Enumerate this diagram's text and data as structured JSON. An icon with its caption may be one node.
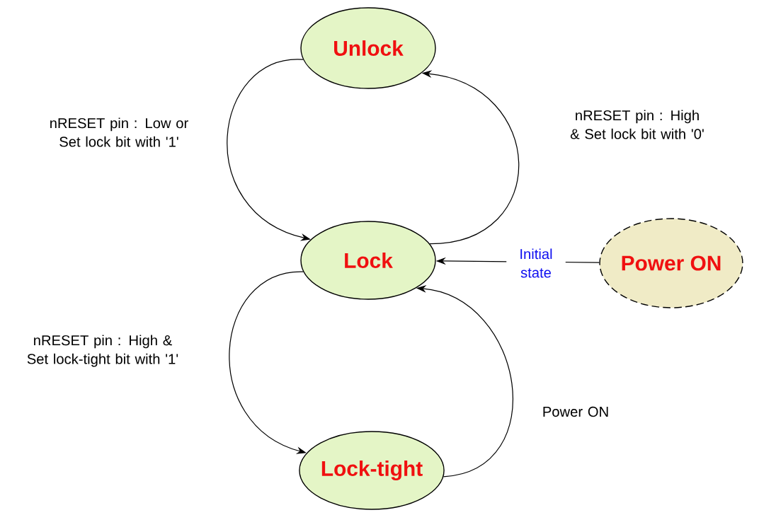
{
  "diagram": {
    "nodes": [
      {
        "text": [
          "Unlock"
        ]
      },
      {
        "text": [
          "Lock"
        ]
      },
      {
        "text": [
          "Lock-tight"
        ]
      },
      {
        "text": [
          "Power ON"
        ]
      }
    ],
    "edges": [
      {
        "from": 0,
        "to": 1,
        "arrow": "to",
        "label": "nRESET pin : Low or Set lock bit with '1'"
      },
      {
        "from": 1,
        "to": 0,
        "arrow": "to",
        "label": "nRESET pin : High & Set lock bit with '0'"
      },
      {
        "from": 3,
        "to": 1,
        "arrow": "to",
        "label": "Initial state"
      },
      {
        "from": 1,
        "to": 2,
        "arrow": "to",
        "label": "nRESET pin : High & Set lock-tight bit with '1'"
      },
      {
        "from": 2,
        "to": 1,
        "arrow": "to",
        "label": "Power ON"
      }
    ]
  }
}
